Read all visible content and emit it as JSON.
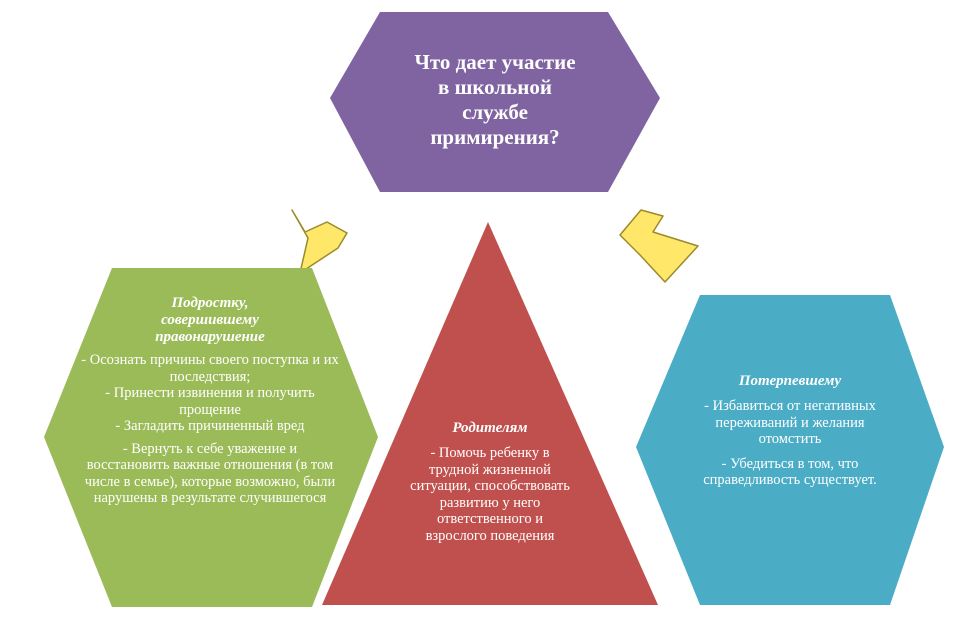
{
  "title": "Что  дает участие\nв школьной\nслужбе\nпримирения?",
  "left": {
    "heading": "Подростку,\nсовершившему\nправонарушение",
    "items": [
      "- Осознать причины своего поступка и их последствия;",
      "- Принести извинения и получить прощение",
      "- Загладить причиненный вред",
      "- Вернуть к себе уважение и восстановить важные отношения (в том числе в семье), которые возможно, были нарушены в результате случившегося"
    ]
  },
  "center": {
    "heading": "Родителям",
    "items": [
      "- Помочь ребенку в трудной жизненной ситуации, способствовать развитию у него ответственного и взрослого поведения"
    ]
  },
  "right": {
    "heading": "Потерпевшему",
    "items": [
      "- Избавиться от негативных переживаний и желания отомстить",
      "- Убедиться в том, что справедливость существует."
    ]
  },
  "colors": {
    "purple": "#8064a2",
    "green": "#9bbb59",
    "red": "#c0504d",
    "blue": "#4bacc6",
    "arrow": "#ffe76a",
    "arrow_stroke": "#9c8a2a"
  }
}
